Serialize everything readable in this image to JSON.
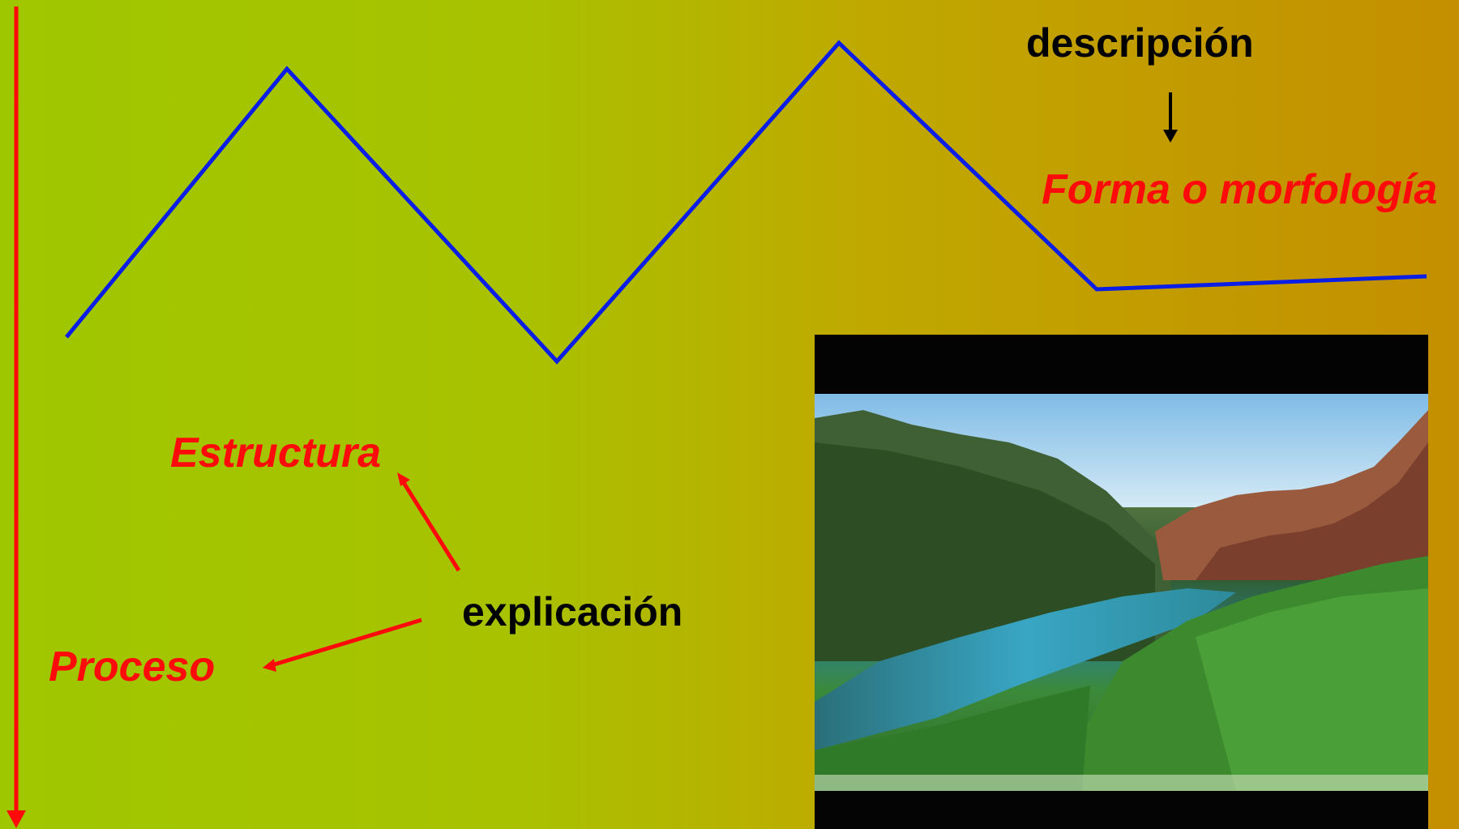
{
  "labels": {
    "descripcion": "descripción",
    "forma": "Forma o morfología",
    "estructura": "Estructura",
    "explicacion": "explicación",
    "proceso": "Proceso"
  },
  "colors": {
    "profile_line": "#0a1ee6",
    "arrow_red": "#ff0a0a",
    "arrow_black": "#000000"
  },
  "photo": {
    "description_icon": "landscape-photo-river-canyon"
  }
}
